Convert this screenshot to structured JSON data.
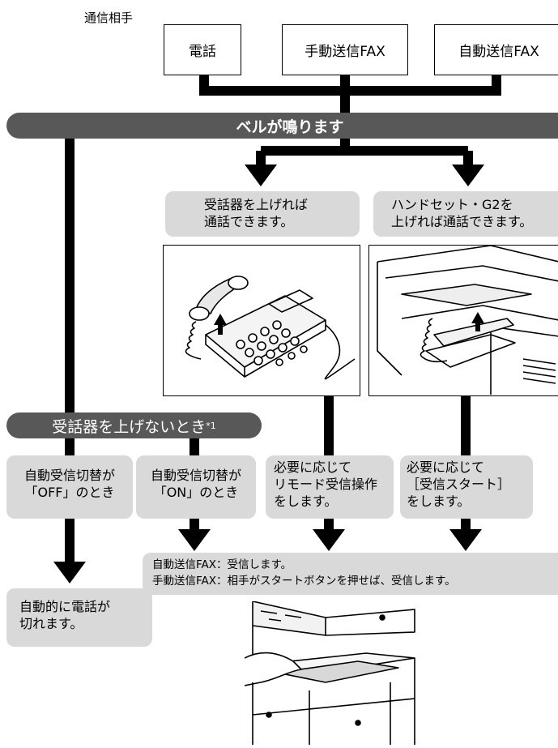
{
  "counterparty_label": "通信相手",
  "sources": [
    "電話",
    "手動送信FAX",
    "自動送信FAX"
  ],
  "bell_label": "ベルが鳴ります",
  "handset_box": {
    "line1": "受話器を上げれば",
    "line2": "通話できます。"
  },
  "g2_box": {
    "line1": "ハンドセット・G2を",
    "line2": "上げれば通話できます。"
  },
  "no_pickup_bar": {
    "text": "受話器を上げないとき",
    "sup": "*1"
  },
  "auto_off_box": {
    "line1": "自動受信切替が",
    "line2": "「OFF」のとき"
  },
  "auto_on_box": {
    "line1": "自動受信切替が",
    "line2": "「ON」のとき"
  },
  "remote_box": {
    "line1": "必要に応じて",
    "line2": "リモード受信操作",
    "line3": "をします。"
  },
  "start_box": {
    "line1": "必要に応じて",
    "line2": "［受信スタート］",
    "line3": "をします。"
  },
  "receive_box": {
    "line1": "自動送信FAX：受信します。",
    "line2": "手動送信FAX：相手がスタートボタンを押せば、受信します。"
  },
  "disconnect_box": {
    "line1": "自動的に電話が",
    "line2": "切れます。"
  },
  "illustrations": {
    "telephone": "telephone-handset-illustration",
    "copier_handset": "copier-handset-g2-illustration",
    "copier_paper": "copier-paper-output-illustration"
  },
  "colors": {
    "bar": "#585858",
    "box": "#d9d9d9",
    "line": "#000000"
  }
}
